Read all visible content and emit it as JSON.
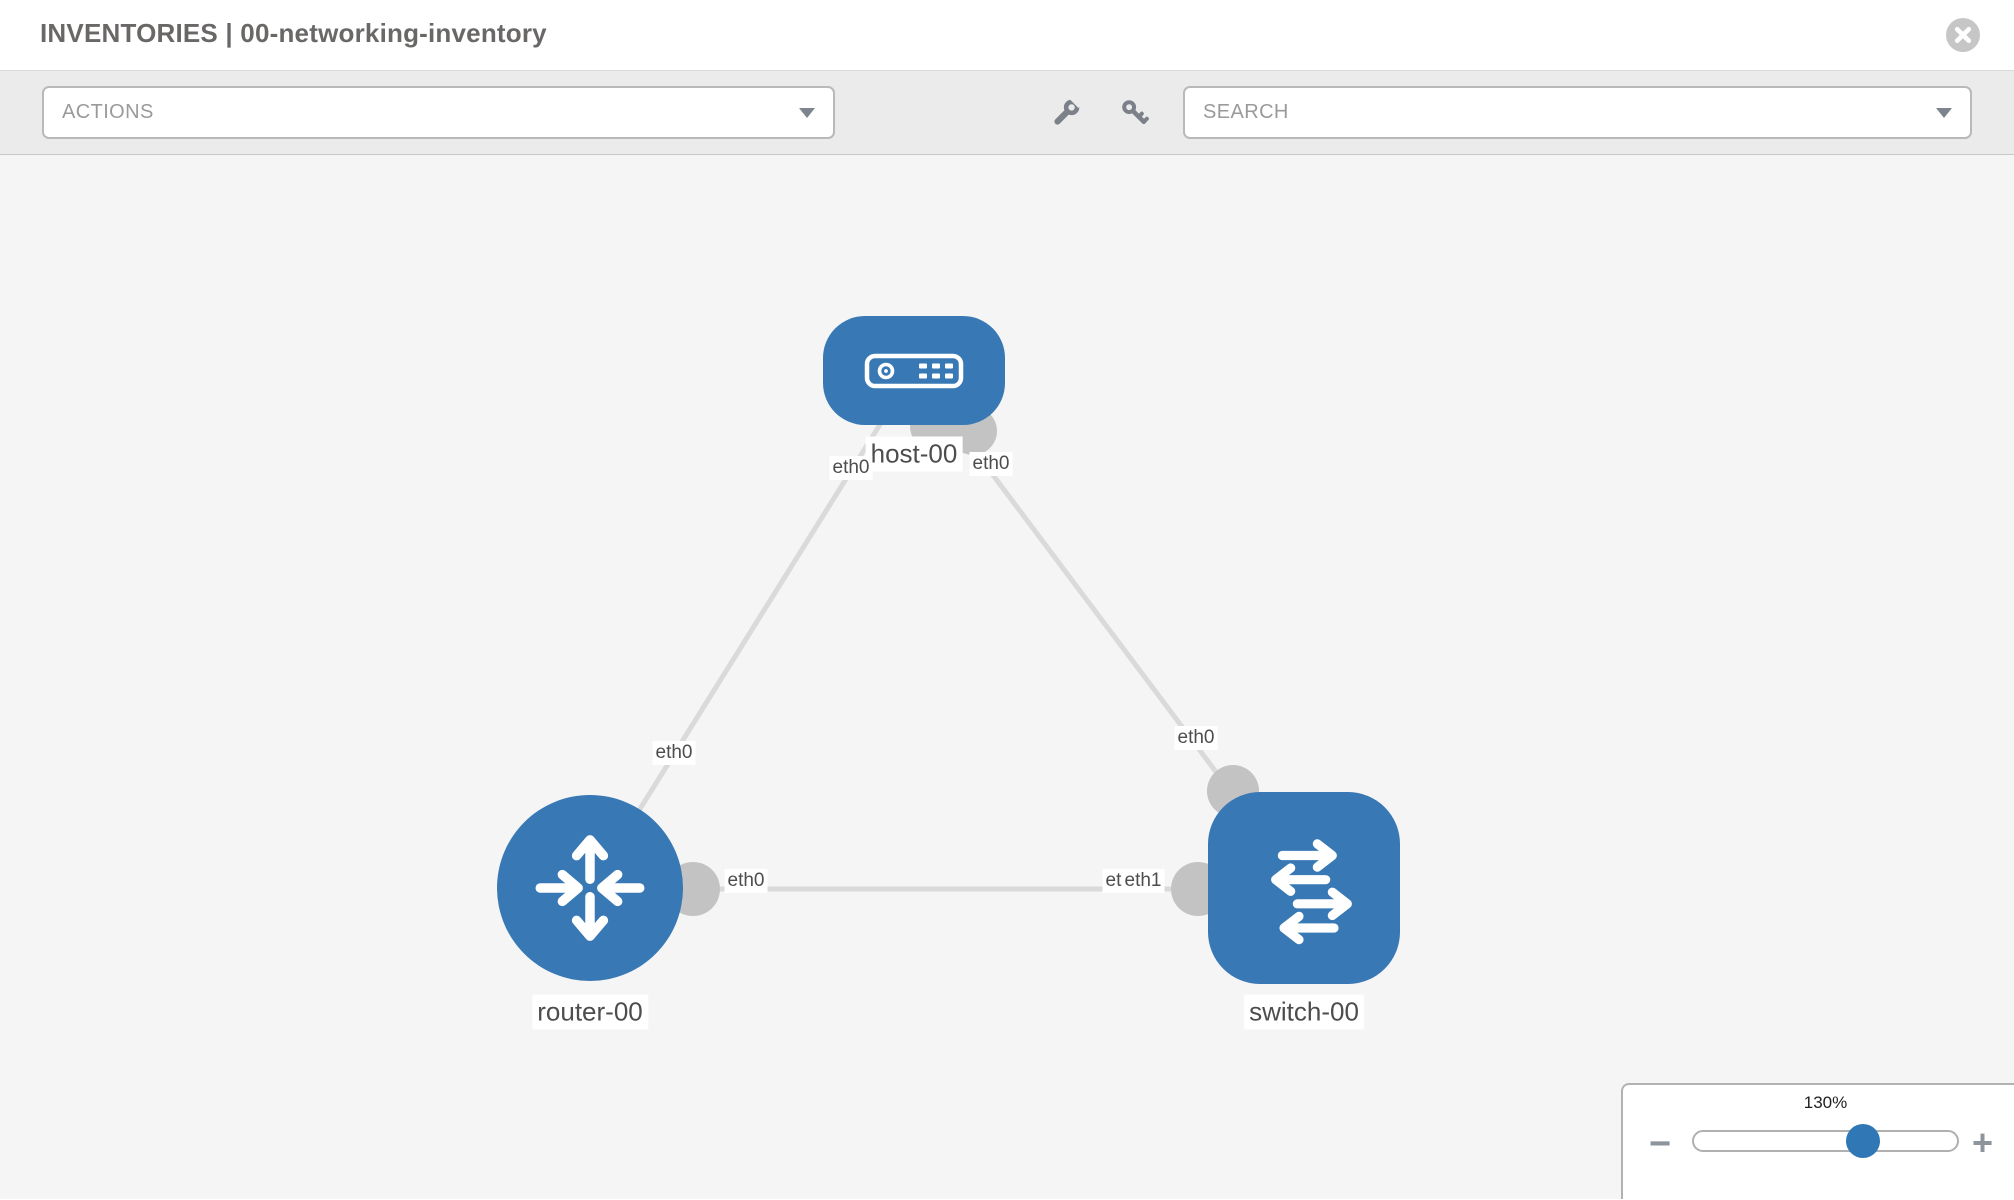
{
  "header": {
    "title": "INVENTORIES | 00-networking-inventory"
  },
  "toolbar": {
    "actions_label": "ACTIONS",
    "search_label": "SEARCH"
  },
  "icons": {
    "close": "circle-x-icon",
    "configure": "wrench-icon",
    "credentials": "key-icon",
    "dropdown_caret": "chevron-down-icon",
    "zoom_out": "minus-icon",
    "zoom_in": "plus-icon"
  },
  "diagram": {
    "nodes": [
      {
        "label": "host-00",
        "type": "host"
      },
      {
        "label": "router-00",
        "type": "router"
      },
      {
        "label": "switch-00",
        "type": "switch"
      }
    ],
    "links": [
      {
        "from": "router-00",
        "to": "host-00",
        "labels": [
          "eth0",
          "eth0"
        ]
      },
      {
        "from": "host-00",
        "to": "switch-00",
        "labels": [
          "eth0",
          "eth0"
        ]
      },
      {
        "from": "router-00",
        "to": "switch-00",
        "labels": [
          "eth0",
          "eth0",
          "eth1"
        ]
      }
    ],
    "colors": {
      "node_fill": "#3878b4",
      "link_stroke": "#dadada",
      "port_fill": "#c3c3c3",
      "label_text": "#4d4d4d"
    }
  },
  "zoom_control": {
    "value": "130%",
    "minus_label": "−",
    "plus_label": "+"
  }
}
